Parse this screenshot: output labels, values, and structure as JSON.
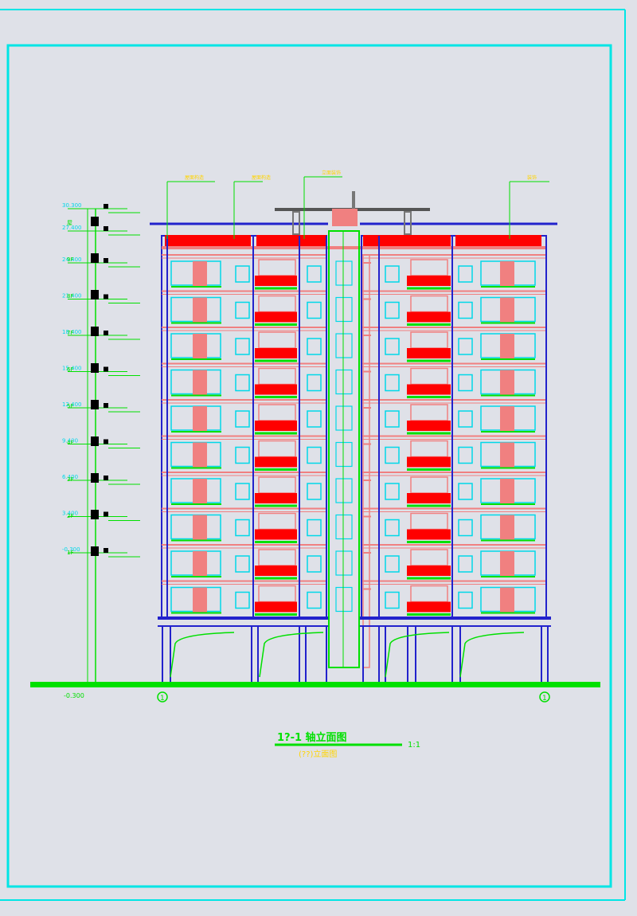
{
  "drawing": {
    "title": "1?-1 轴立面图",
    "title_scale": "1:1",
    "subtitle": "(??)立面图",
    "ground_level": "-0.300",
    "axis_left": "1",
    "axis_right": "1",
    "floor_labels": [
      "屋",
      "9F",
      "8F",
      "7F",
      "6F",
      "5F",
      "4F",
      "3F",
      "2F",
      "1F"
    ],
    "elevations": [
      "30.300",
      "27.400",
      "24.400",
      "21.400",
      "18.400",
      "15.400",
      "12.400",
      "9.400",
      "6.400",
      "3.400",
      "-0.300"
    ],
    "roof_tags": [
      "屋面构造",
      "屋面构造",
      "立面装饰",
      "装饰"
    ]
  },
  "colors": {
    "outline": "#2222cc",
    "annotation": "#00e000",
    "windows": "#00d8e8",
    "red_band": "#ff0000",
    "pink": "#f08080",
    "frame": "#00e5e5"
  }
}
